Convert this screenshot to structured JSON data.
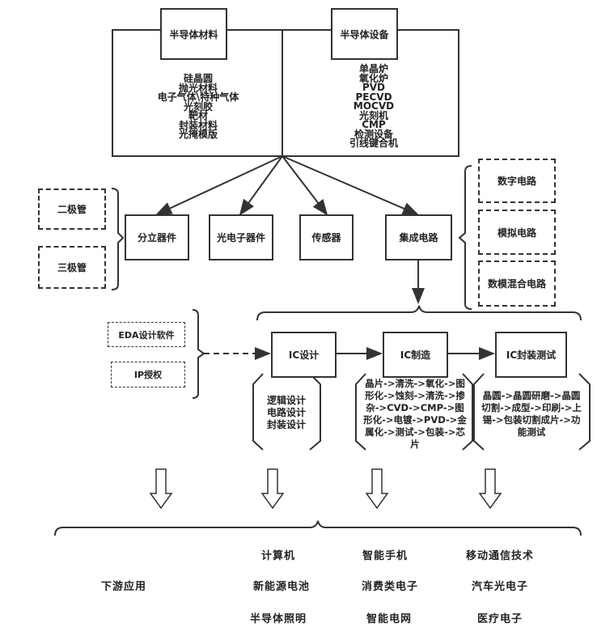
{
  "materials": {
    "title": "半导体材料",
    "items": [
      "硅晶圆",
      "抛光材料",
      "电子气体\\特种气体",
      "光刻胶",
      "靶材",
      "封装材料",
      "光掩模版"
    ]
  },
  "equipment": {
    "title": "半导体设备",
    "items": [
      "单晶炉",
      "氧化炉",
      "PVD",
      "PECVD",
      "MOCVD",
      "光刻机",
      "CMP",
      "检测设备",
      "引线键合机"
    ]
  },
  "categories": [
    "分立器件",
    "光电子器件",
    "传感器",
    "集成电路"
  ],
  "discrete": [
    "二极管",
    "三极管"
  ],
  "ic_types": [
    "数字电路",
    "模拟电路",
    "数模混合电路"
  ],
  "tools": [
    "EDA设计软件",
    "IP授权"
  ],
  "ic_chain": [
    "IC设计",
    "IC制造",
    "IC封装测试"
  ],
  "design_steps": [
    "逻辑设计",
    "电路设计",
    "封装设计"
  ],
  "manufacturing_steps": "晶片->清洗->氧化->图形化->蚀刻->清洗->掺杂->CVD->CMP->图形化->电镀->PVD->金属化->测试->包装->芯片",
  "packaging_steps": "晶圆->晶圆研磨->晶圆切割->成型->印刷->上锡->包装切割成片->功能测试",
  "downstream": {
    "label": "下游应用",
    "columns": [
      [
        "计算机",
        "新能源电池",
        "半导体照明"
      ],
      [
        "智能手机",
        "消费类电子",
        "智能电网"
      ],
      [
        "移动通信技术",
        "汽车光电子",
        "医疗电子"
      ]
    ]
  }
}
